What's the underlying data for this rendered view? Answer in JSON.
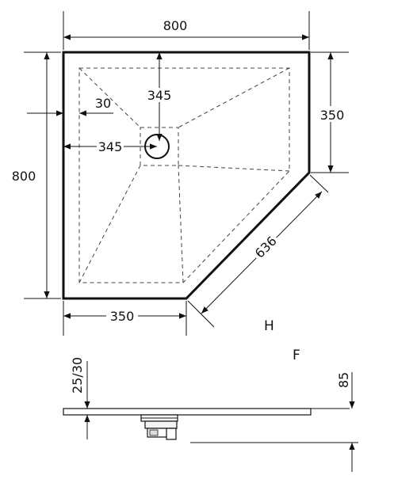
{
  "dimensions": {
    "top_width": "800",
    "left_height": "800",
    "right_side": "350",
    "bottom_side": "350",
    "diagonal": "636",
    "drain_from_top": "345",
    "drain_from_left": "345",
    "border_width": "30",
    "tray_thickness": "25/30",
    "total_height": "85"
  },
  "view_labels": {
    "top_view": "H",
    "side_view": "F"
  }
}
